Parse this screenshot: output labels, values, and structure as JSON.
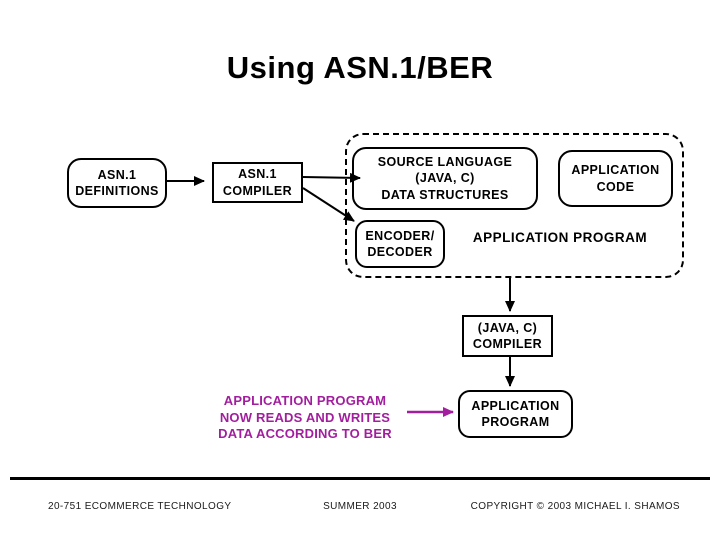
{
  "slide": {
    "title": "Using ASN.1/BER",
    "background": "#ffffff"
  },
  "colors": {
    "box_border": "#000000",
    "text": "#000000",
    "magenta": "#A21E9E"
  },
  "diagram": {
    "asn1_definitions": "ASN.1\nDEFINITIONS",
    "asn1_compiler": "ASN.1\nCOMPILER",
    "source_language": "SOURCE LANGUAGE\n(JAVA, C)\nDATA STRUCTURES",
    "application_code": "APPLICATION\nCODE",
    "encoder_decoder": "ENCODER/\nDECODER",
    "dashed_group_label": "APPLICATION PROGRAM",
    "java_c_compiler": "(JAVA, C)\nCOMPILER",
    "application_program": "APPLICATION\nPROGRAM",
    "ber_note": "APPLICATION PROGRAM\nNOW READS AND WRITES\nDATA ACCORDING TO BER"
  },
  "footer": {
    "left": "20-751 ECOMMERCE TECHNOLOGY",
    "center": "SUMMER 2003",
    "right": "COPYRIGHT © 2003 MICHAEL I. SHAMOS"
  }
}
